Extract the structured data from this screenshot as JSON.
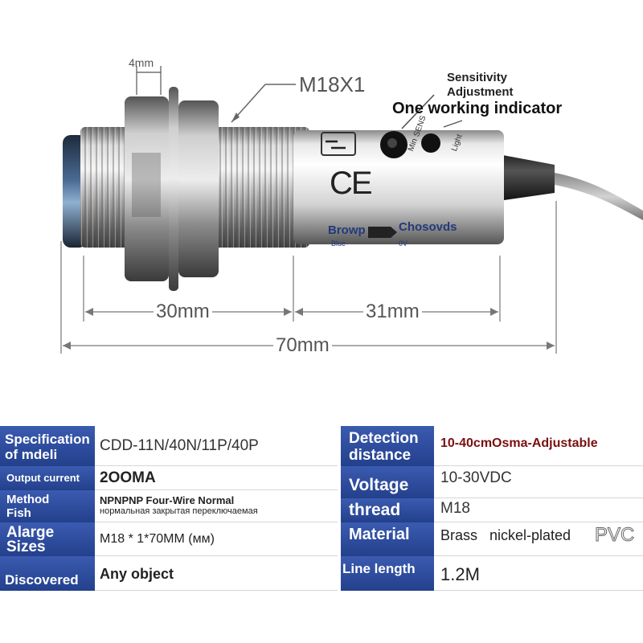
{
  "diagram": {
    "thread_width_label": "4mm",
    "thread_spec_label": "M18X1",
    "sensitivity_label": "Sensitivity Adjustment",
    "indicator_label": "One working indicator",
    "min_label": "Min",
    "sens_label": "SENS",
    "light_label": "Light",
    "ce_mark": "CE",
    "wire_brown_label": "Browp",
    "wire_output_label": "Chosovds",
    "wire_blue_label": "Blue",
    "wire_volt_label": "0V",
    "dim_30": "30mm",
    "dim_31": "31mm",
    "dim_70": "70mm"
  },
  "specs": {
    "left": [
      {
        "label": "Specification of mdeli",
        "value": "CDD-11N/40N/11P/40P"
      },
      {
        "label": "Output current",
        "value": "2OOMA"
      },
      {
        "label": "Method Fish",
        "value": "NPNPNP Four-Wire Normal",
        "value2": "нормальная закрытая переключаемая"
      },
      {
        "label": "Alarge Sizes",
        "value": "M18 * 1*70MM (мм)"
      },
      {
        "label": "Discovered",
        "value": "Any object"
      }
    ],
    "right": [
      {
        "label": "Detection distance",
        "value": "10-40cmOsma-Adjustable"
      },
      {
        "label": "Voltage",
        "value": "10-30VDC"
      },
      {
        "label": "thread",
        "value": "M18"
      },
      {
        "label": "Material",
        "value": "Brass   nickel-plated",
        "value2": "PVC"
      },
      {
        "label": "Line length",
        "value": "1.2M"
      }
    ]
  },
  "colors": {
    "header_blue": "#2a4aa0",
    "accent_red": "#7a1010"
  }
}
